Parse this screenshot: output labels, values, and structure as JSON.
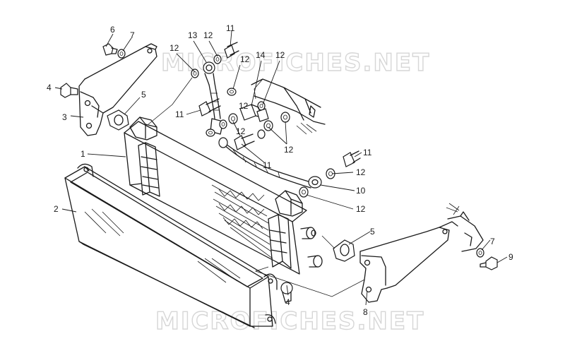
{
  "watermark": "MICROFICHES.NET",
  "callouts": [
    {
      "id": "c1",
      "text": "1"
    },
    {
      "id": "c2",
      "text": "2"
    },
    {
      "id": "c3",
      "text": "3"
    },
    {
      "id": "c4a",
      "text": "4"
    },
    {
      "id": "c4b",
      "text": "4"
    },
    {
      "id": "c5a",
      "text": "5"
    },
    {
      "id": "c5b",
      "text": "5"
    },
    {
      "id": "c6",
      "text": "6"
    },
    {
      "id": "c7a",
      "text": "7"
    },
    {
      "id": "c7b",
      "text": "7"
    },
    {
      "id": "c8",
      "text": "8"
    },
    {
      "id": "c9",
      "text": "9"
    },
    {
      "id": "c10",
      "text": "10"
    },
    {
      "id": "c11a",
      "text": "11"
    },
    {
      "id": "c11b",
      "text": "11"
    },
    {
      "id": "c11c",
      "text": "11"
    },
    {
      "id": "c11d",
      "text": "11"
    },
    {
      "id": "c12a",
      "text": "12"
    },
    {
      "id": "c12b",
      "text": "12"
    },
    {
      "id": "c12c",
      "text": "12"
    },
    {
      "id": "c12d",
      "text": "12"
    },
    {
      "id": "c12e",
      "text": "12"
    },
    {
      "id": "c12f",
      "text": "12"
    },
    {
      "id": "c12g",
      "text": "12"
    },
    {
      "id": "c12h",
      "text": "12"
    },
    {
      "id": "c12i",
      "text": "12"
    },
    {
      "id": "c13",
      "text": "13"
    },
    {
      "id": "c14",
      "text": "14"
    }
  ]
}
